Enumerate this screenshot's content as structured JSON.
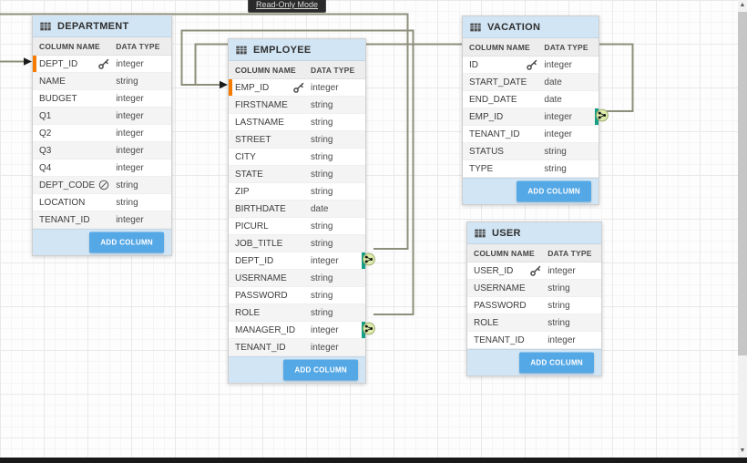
{
  "app": {
    "mode_badge": "Read-Only Mode"
  },
  "ui": {
    "column_name_header": "COLUMN NAME",
    "data_type_header": "DATA TYPE",
    "add_column_label": "ADD COLUMN"
  },
  "colors": {
    "table_header_bg": "#d2e5f4",
    "add_button_bg": "#55a8e6",
    "primary_key_accent": "#f57c00",
    "foreign_key_accent": "#16a085",
    "relationship_line": "#8e8e7c",
    "connector_fill": "#dcecaa",
    "badge_bg": "#2a2a2a"
  },
  "icons": {
    "table_header": "table-grid-icon",
    "primary_key": "key-icon",
    "derived_column": "circle-slash-icon",
    "relationship_handle": "share-nodes-icon",
    "scroll_up": "▲",
    "scroll_down": "▼"
  },
  "tables": [
    {
      "name": "DEPARTMENT",
      "columns": [
        {
          "name": "DEPT_ID",
          "type": "integer",
          "pk": true,
          "pointed": true
        },
        {
          "name": "NAME",
          "type": "string"
        },
        {
          "name": "BUDGET",
          "type": "integer"
        },
        {
          "name": "Q1",
          "type": "integer"
        },
        {
          "name": "Q2",
          "type": "integer"
        },
        {
          "name": "Q3",
          "type": "integer"
        },
        {
          "name": "Q4",
          "type": "integer"
        },
        {
          "name": "DEPT_CODE",
          "type": "string",
          "derived": true
        },
        {
          "name": "LOCATION",
          "type": "string"
        },
        {
          "name": "TENANT_ID",
          "type": "integer"
        }
      ]
    },
    {
      "name": "EMPLOYEE",
      "columns": [
        {
          "name": "EMP_ID",
          "type": "integer",
          "pk": true,
          "pointed": true
        },
        {
          "name": "FIRSTNAME",
          "type": "string"
        },
        {
          "name": "LASTNAME",
          "type": "string"
        },
        {
          "name": "STREET",
          "type": "string"
        },
        {
          "name": "CITY",
          "type": "string"
        },
        {
          "name": "STATE",
          "type": "string"
        },
        {
          "name": "ZIP",
          "type": "string"
        },
        {
          "name": "BIRTHDATE",
          "type": "date"
        },
        {
          "name": "PICURL",
          "type": "string"
        },
        {
          "name": "JOB_TITLE",
          "type": "string"
        },
        {
          "name": "DEPT_ID",
          "type": "integer",
          "fk": true
        },
        {
          "name": "USERNAME",
          "type": "string"
        },
        {
          "name": "PASSWORD",
          "type": "string"
        },
        {
          "name": "ROLE",
          "type": "string"
        },
        {
          "name": "MANAGER_ID",
          "type": "integer",
          "fk": true
        },
        {
          "name": "TENANT_ID",
          "type": "integer"
        }
      ]
    },
    {
      "name": "VACATION",
      "columns": [
        {
          "name": "ID",
          "type": "integer",
          "pk": true
        },
        {
          "name": "START_DATE",
          "type": "date"
        },
        {
          "name": "END_DATE",
          "type": "date"
        },
        {
          "name": "EMP_ID",
          "type": "integer",
          "fk": true
        },
        {
          "name": "TENANT_ID",
          "type": "integer"
        },
        {
          "name": "STATUS",
          "type": "string"
        },
        {
          "name": "TYPE",
          "type": "string"
        }
      ]
    },
    {
      "name": "USER",
      "columns": [
        {
          "name": "USER_ID",
          "type": "integer",
          "pk": true
        },
        {
          "name": "USERNAME",
          "type": "string"
        },
        {
          "name": "PASSWORD",
          "type": "string"
        },
        {
          "name": "ROLE",
          "type": "string"
        },
        {
          "name": "TENANT_ID",
          "type": "integer"
        }
      ]
    }
  ],
  "relationships": [
    {
      "from": "EMPLOYEE.DEPT_ID",
      "to": "DEPARTMENT.DEPT_ID"
    },
    {
      "from": "EMPLOYEE.MANAGER_ID",
      "to": "EMPLOYEE.EMP_ID"
    },
    {
      "from": "VACATION.EMP_ID",
      "to": "EMPLOYEE.EMP_ID"
    }
  ]
}
